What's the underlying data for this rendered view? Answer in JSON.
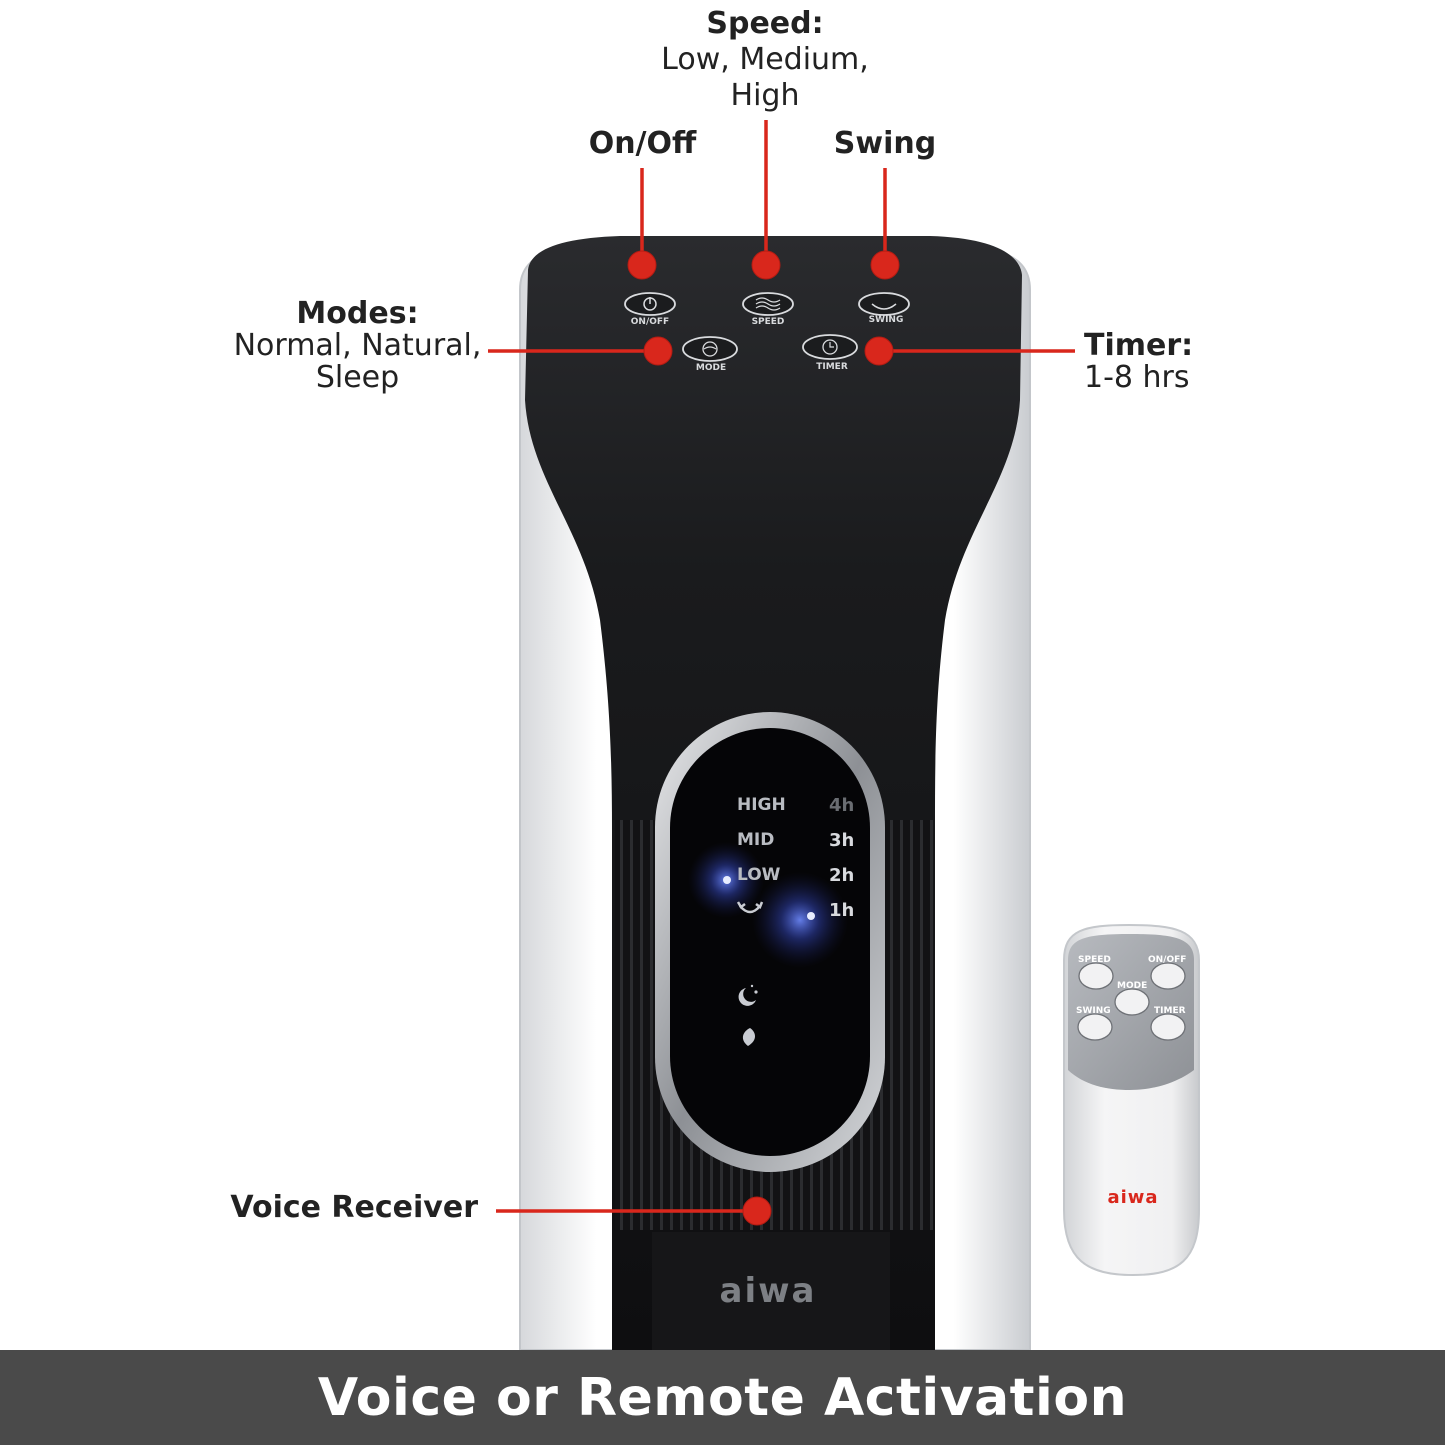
{
  "callouts": {
    "speed": {
      "title": "Speed:",
      "line1": "Low, Medium,",
      "line2": "High"
    },
    "onoff": {
      "title": "On/Off"
    },
    "swing": {
      "title": "Swing"
    },
    "modes": {
      "title": "Modes:",
      "line1": "Normal, Natural,",
      "line2": "Sleep"
    },
    "timer": {
      "title": "Timer:",
      "line1": "1-8 hrs"
    },
    "voice": {
      "title": "Voice Receiver"
    }
  },
  "panel_buttons": {
    "onoff": "ON/OFF",
    "speed": "SPEED",
    "swing": "SWING",
    "mode": "MODE",
    "timer": "TIMER"
  },
  "display": {
    "speed_levels": [
      "HIGH",
      "MID",
      "LOW"
    ],
    "timer_levels": [
      "4h",
      "3h",
      "2h",
      "1h"
    ]
  },
  "brand": "aiwa",
  "remote": {
    "buttons": {
      "speed": "SPEED",
      "onoff": "ON/OFF",
      "mode": "MODE",
      "swing": "SWING",
      "timer": "TIMER"
    },
    "brand": "aiwa"
  },
  "banner": {
    "text": "Voice or Remote Activation"
  },
  "colors": {
    "callout_red": "#d9271c",
    "banner_bg": "#4a4a4a",
    "led_blue": "#3a5cff",
    "brand_red": "#d9271c"
  }
}
